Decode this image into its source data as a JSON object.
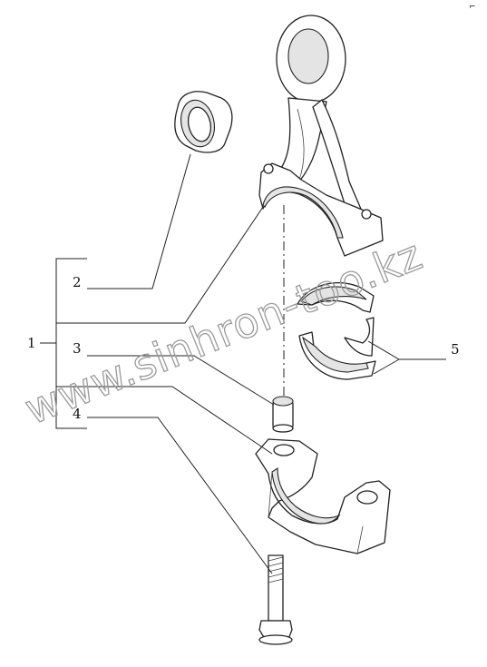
{
  "callouts": {
    "c1": "1",
    "c2": "2",
    "c3": "3",
    "c4": "4",
    "c5": "5"
  },
  "watermark": "www.sinhron-too.kz",
  "corner_mark": "⌐"
}
